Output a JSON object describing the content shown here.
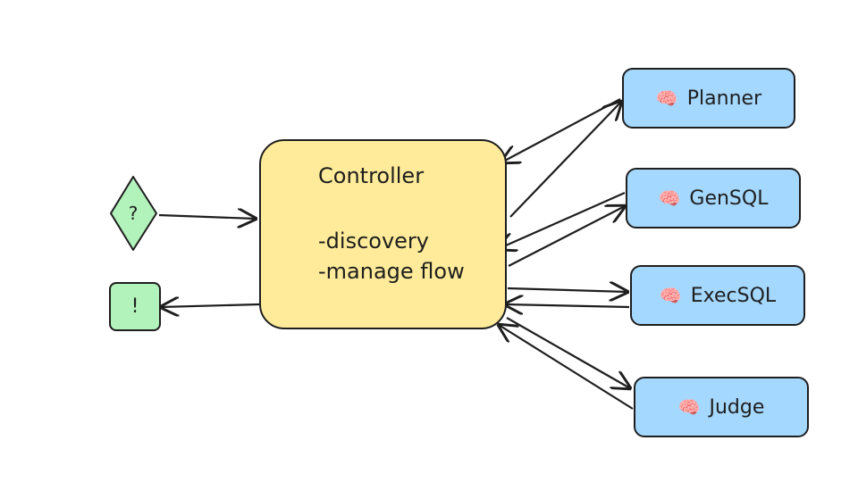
{
  "controller": {
    "title": "Controller",
    "items": [
      "-discovery",
      "-manage flow"
    ]
  },
  "agents": {
    "icon": "🧠",
    "planner": "Planner",
    "gensql": "GenSQL",
    "execsql": "ExecSQL",
    "judge": "Judge"
  },
  "io": {
    "input_symbol": "?",
    "output_symbol": "!"
  },
  "colors": {
    "controller_fill": "#ffeb99",
    "agent_fill": "#a5d8ff",
    "io_fill": "#b2f2bb",
    "stroke": "#1e1e1e"
  }
}
